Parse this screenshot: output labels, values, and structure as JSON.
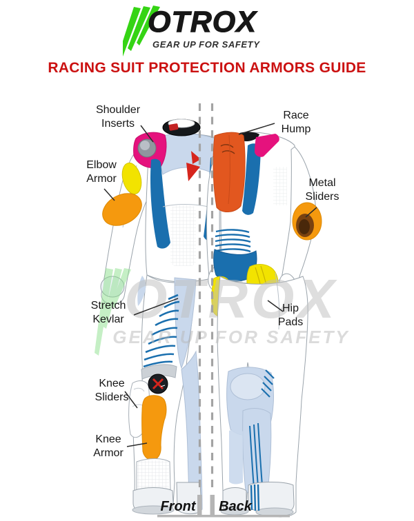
{
  "logo": {
    "brand": "OTROX",
    "tagline": "GEAR UP FOR SAFETY"
  },
  "title": {
    "text": "RACING SUIT PROTECTION ARMORS GUIDE",
    "color": "#cb1111"
  },
  "watermark": {
    "brand": "OTROX",
    "tagline": "GEAR UP FOR SAFETY"
  },
  "diagram": {
    "labels": {
      "shoulder_inserts": "Shoulder\nInserts",
      "race_hump": "Race\nHump",
      "elbow_armor": "Elbow\nArmor",
      "metal_sliders": "Metal\nSliders",
      "stretch_kevlar": "Stretch\nKevlar",
      "hip_pads": "Hip\nPads",
      "knee_sliders": "Knee\nSliders",
      "knee_armor": "Knee\nArmor"
    },
    "views": {
      "front": "Front",
      "back": "Back"
    }
  },
  "colors": {
    "brand_green": "#35d414",
    "title_red": "#cb1111",
    "magenta": "#e5127d",
    "pad_orange": "#f5990e",
    "back_panel_orange": "#e2571f",
    "yellow": "#f2e300",
    "blue": "#1a6fae",
    "light_blue": "#c9d8ec",
    "collar_black": "#15181b",
    "logo_red": "#d6251d"
  }
}
